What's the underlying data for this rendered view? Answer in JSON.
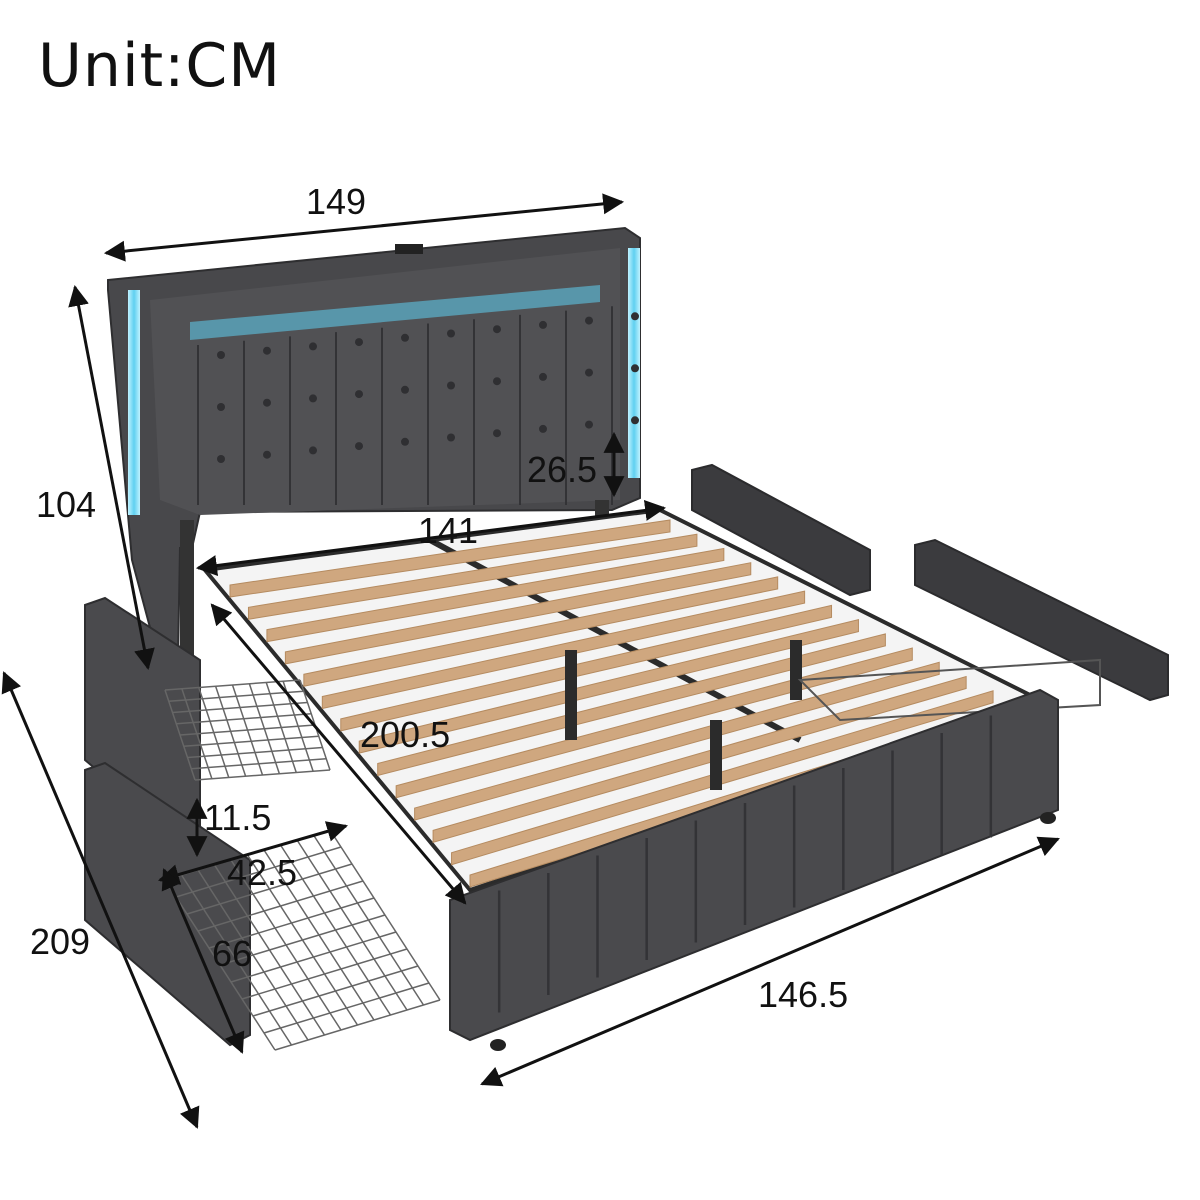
{
  "title": "Unit:CM",
  "colors": {
    "fabric": "#4a4a4d",
    "fabric_dark": "#38383b",
    "slat": "#cfa77f",
    "metal": "#2b2b2b",
    "led": "#5fd0f0",
    "ink": "#111111"
  },
  "dimensions": {
    "headboard_width": "149",
    "headboard_height": "104",
    "headboard_gap": "26.5",
    "inner_width": "141",
    "inner_length": "200.5",
    "drawer_height": "11.5",
    "drawer_width": "42.5",
    "drawer_depth": "66",
    "overall_length": "209",
    "footboard_width": "146.5"
  }
}
